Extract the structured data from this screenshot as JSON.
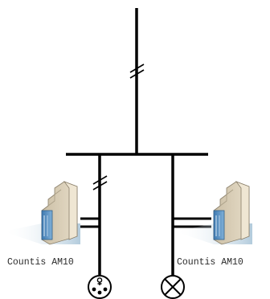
{
  "devices": [
    {
      "label": "Countis AM10",
      "icon": "energy-meter-icon"
    },
    {
      "label": "Countis AM10",
      "icon": "energy-meter-icon"
    }
  ],
  "loads": [
    {
      "icon": "socket-outlet-icon"
    },
    {
      "icon": "lamp-icon"
    }
  ],
  "conductor_markers": {
    "incoming_feeder": "two-phase-marker",
    "left_branch": "two-phase-marker"
  },
  "colors": {
    "line": "#000000",
    "meter_body": "#d9cdb6",
    "meter_shadow": "#9fb8c9",
    "meter_front": "#5a8fc0"
  }
}
